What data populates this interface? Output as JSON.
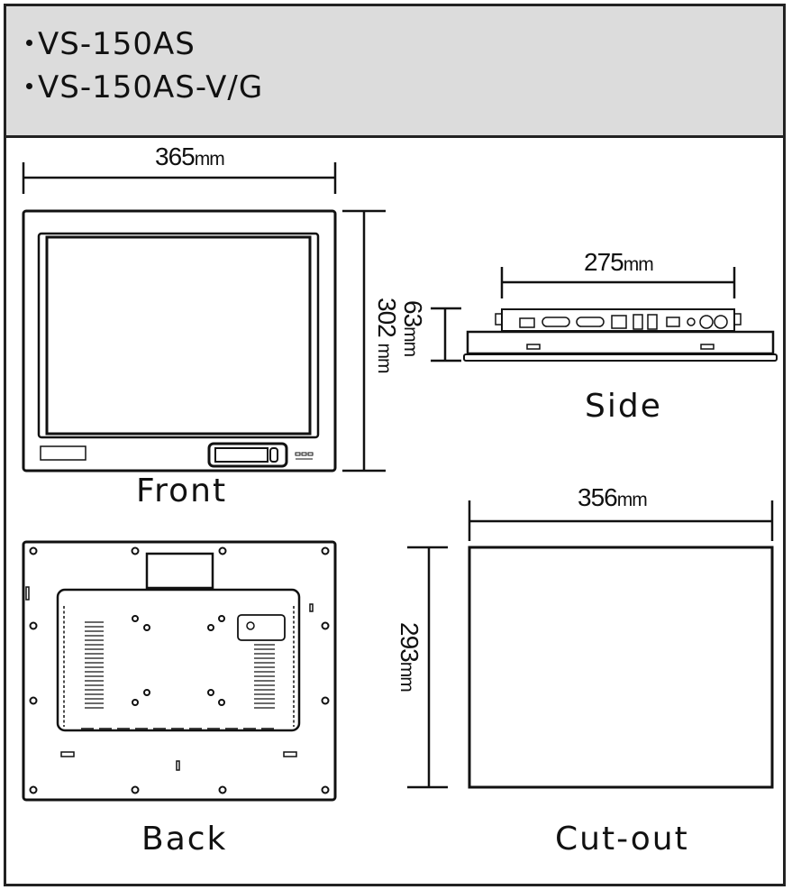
{
  "header": {
    "models": [
      "VS-150AS",
      "VS-150AS-V/G"
    ]
  },
  "views": {
    "front": "Front",
    "side": "Side",
    "back": "Back",
    "cutout": "Cut-out"
  },
  "dimensions": {
    "front_width": {
      "value": "365",
      "unit": "mm"
    },
    "front_height": {
      "value": "302",
      "unit": "mm"
    },
    "side_width": {
      "value": "275",
      "unit": "mm"
    },
    "side_depth": {
      "value": "63",
      "unit": "mm"
    },
    "cutout_width": {
      "value": "356",
      "unit": "mm"
    },
    "cutout_height": {
      "value": "293",
      "unit": "mm"
    }
  },
  "colors": {
    "header_bg": "#dcdcdc",
    "line": "#111111"
  }
}
